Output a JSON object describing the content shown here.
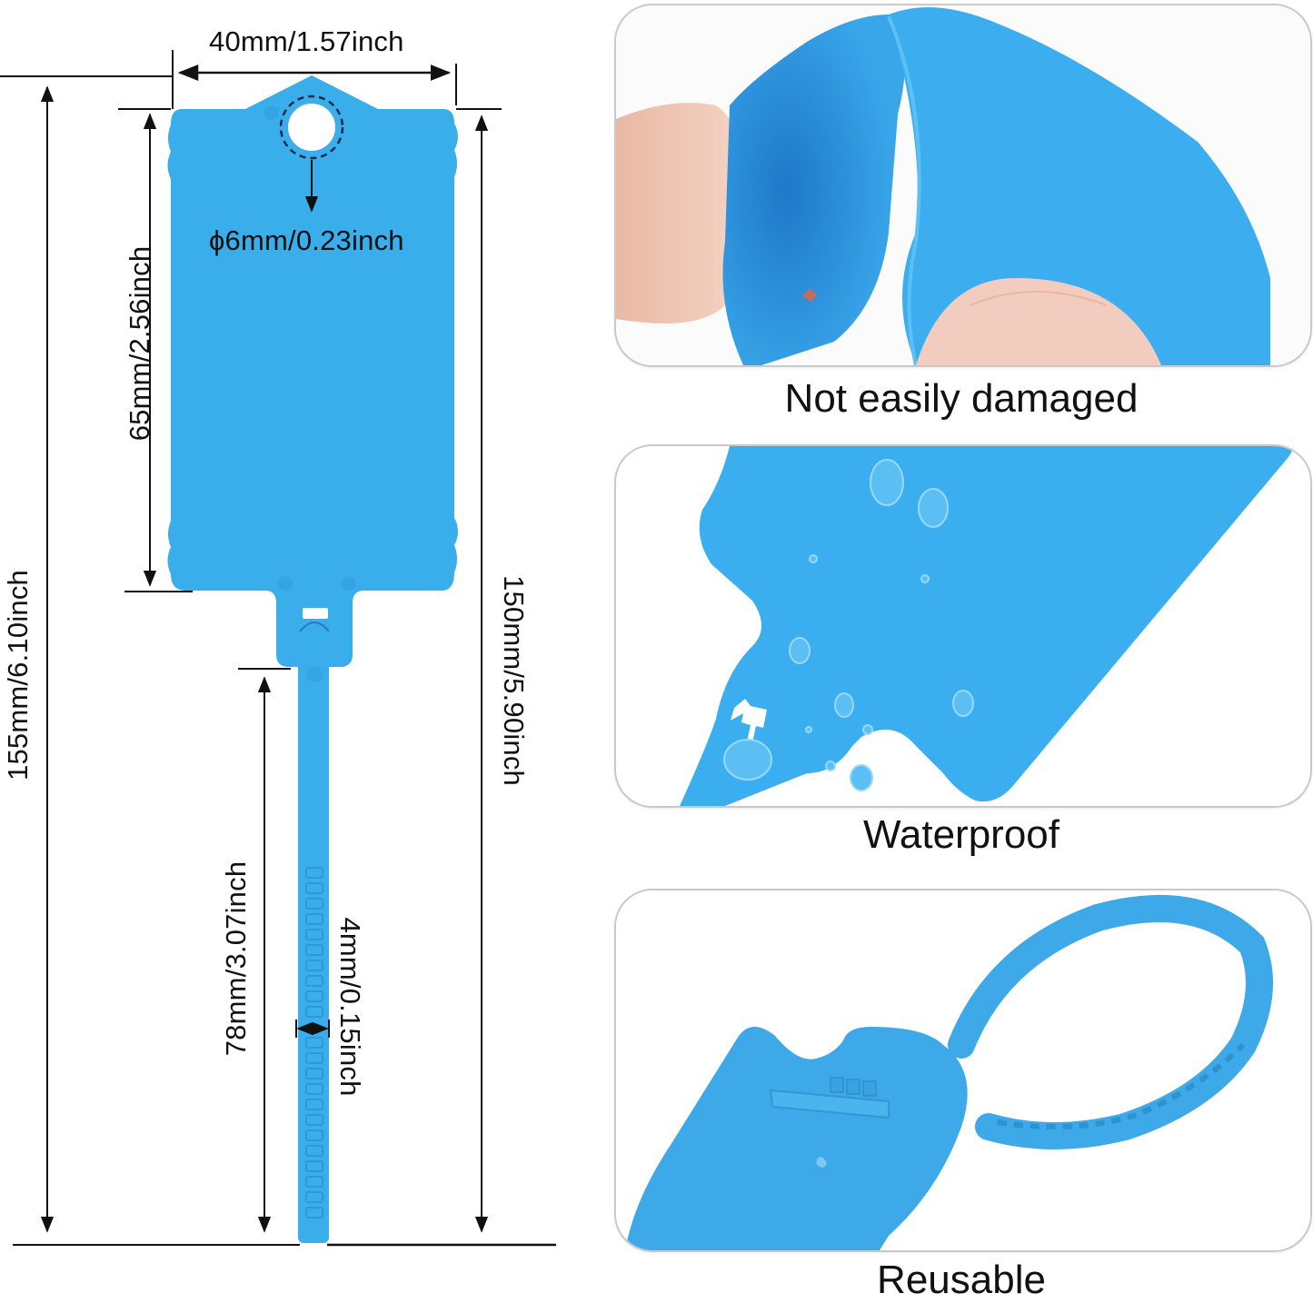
{
  "diagram": {
    "product_color": "#3aaeea",
    "product_shade": "#2b9fdc",
    "line_color": "#111111",
    "dimensions": {
      "tag_width": "40mm/1.57inch",
      "hole_diameter": "ϕ6mm/0.23inch",
      "tag_body_height": "65mm/2.56inch",
      "total_height": "155mm/6.10inch",
      "strap_length_total": "150mm/5.90inch",
      "strap_toothed_length": "78mm/3.07inch",
      "strap_width": "4mm/0.15inch"
    }
  },
  "features": [
    {
      "caption": "Not easily damaged",
      "image": "tag-bent-between-fingers"
    },
    {
      "caption": "Waterproof",
      "image": "tag-with-water-droplets"
    },
    {
      "caption": "Reusable",
      "image": "tag-with-looped-strap"
    }
  ]
}
